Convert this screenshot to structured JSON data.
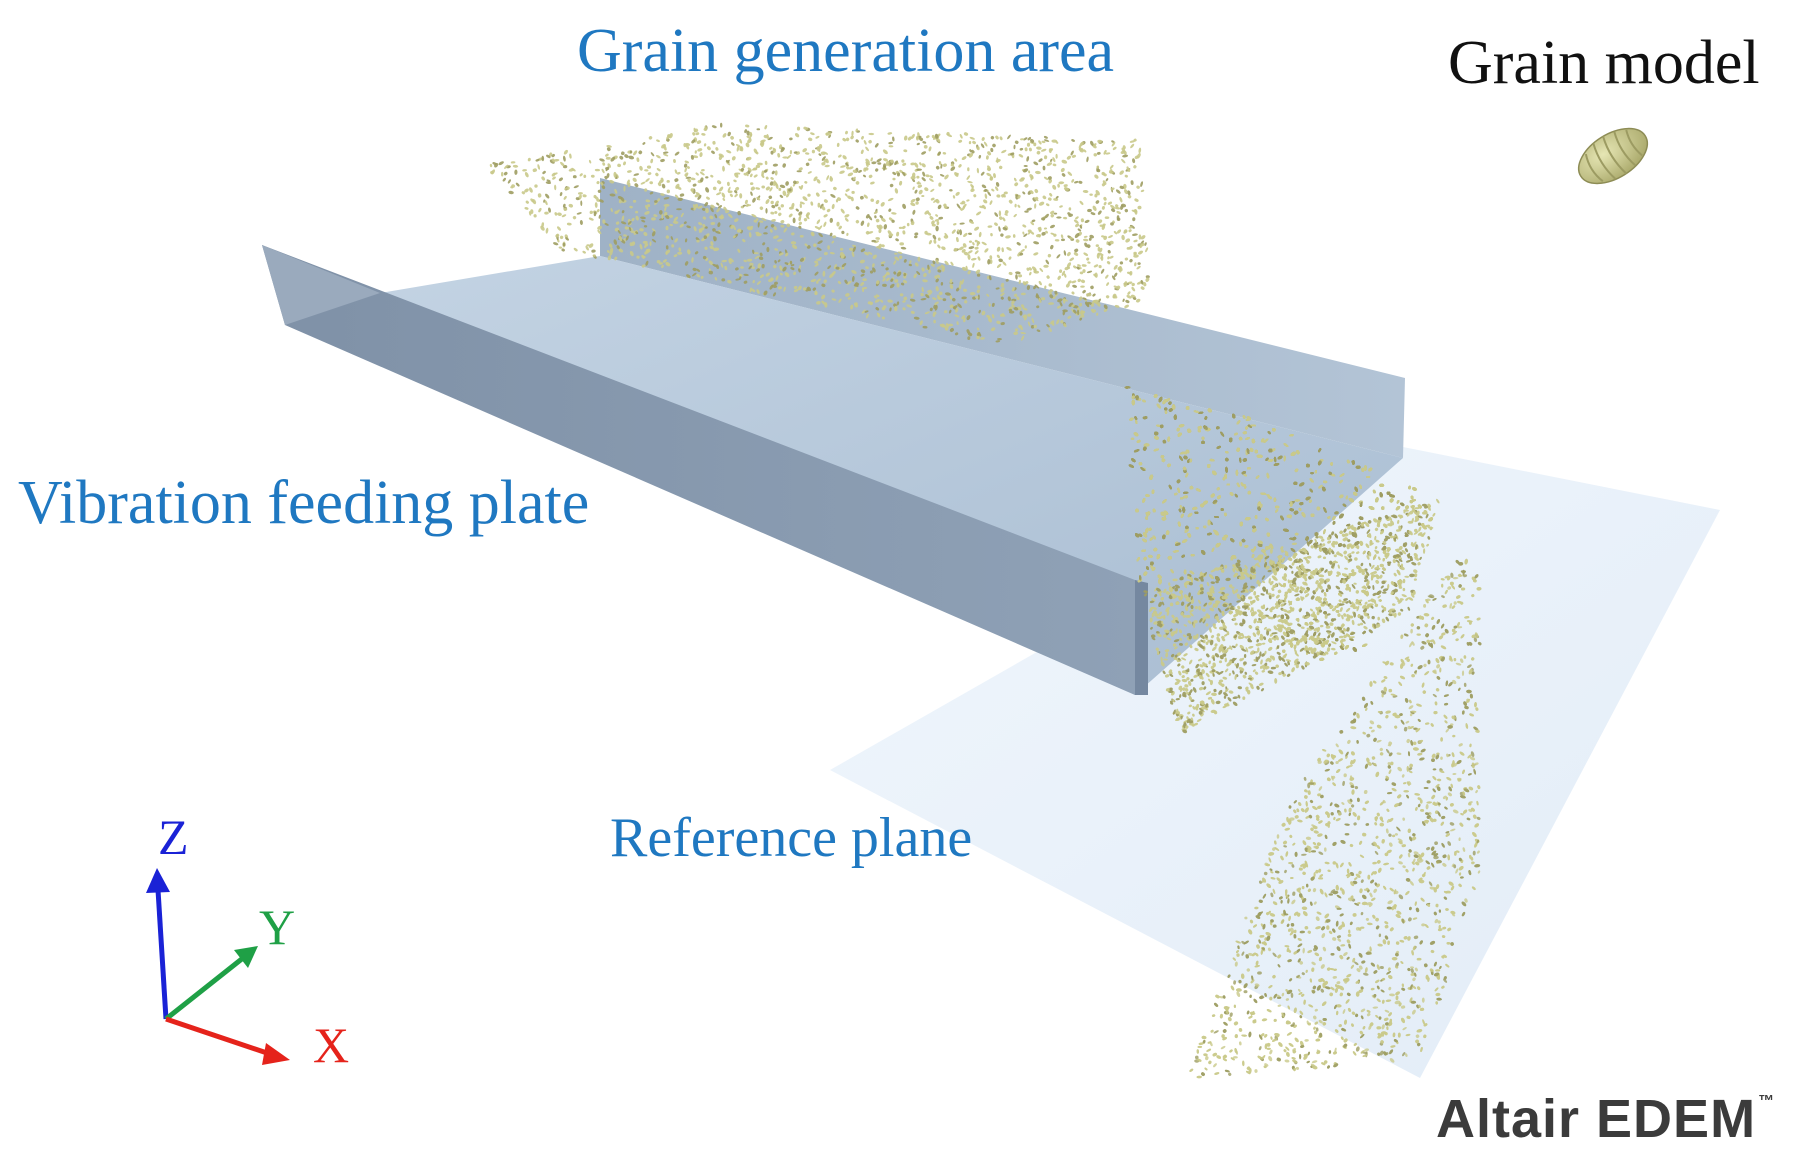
{
  "labels": {
    "grain_generation_area": "Grain generation area",
    "grain_model": "Grain model",
    "vibration_feeding_plate": "Vibration feeding plate",
    "reference_plane": "Reference plane"
  },
  "axes": {
    "x": {
      "label": "X",
      "color": "#e5231b"
    },
    "y": {
      "label": "Y",
      "color": "#1fa046"
    },
    "z": {
      "label": "Z",
      "color": "#1a22d6"
    }
  },
  "brand": {
    "name": "Altair EDEM",
    "trademark": "™"
  },
  "colors": {
    "label_blue": "#1f78c1",
    "grain": "#c9c98a",
    "plate_front": "#8a9bb0",
    "plate_floor": "#b5c8dd",
    "plate_back_wall": "#a5b8cc",
    "reference_plane": "#e8f2fb"
  }
}
